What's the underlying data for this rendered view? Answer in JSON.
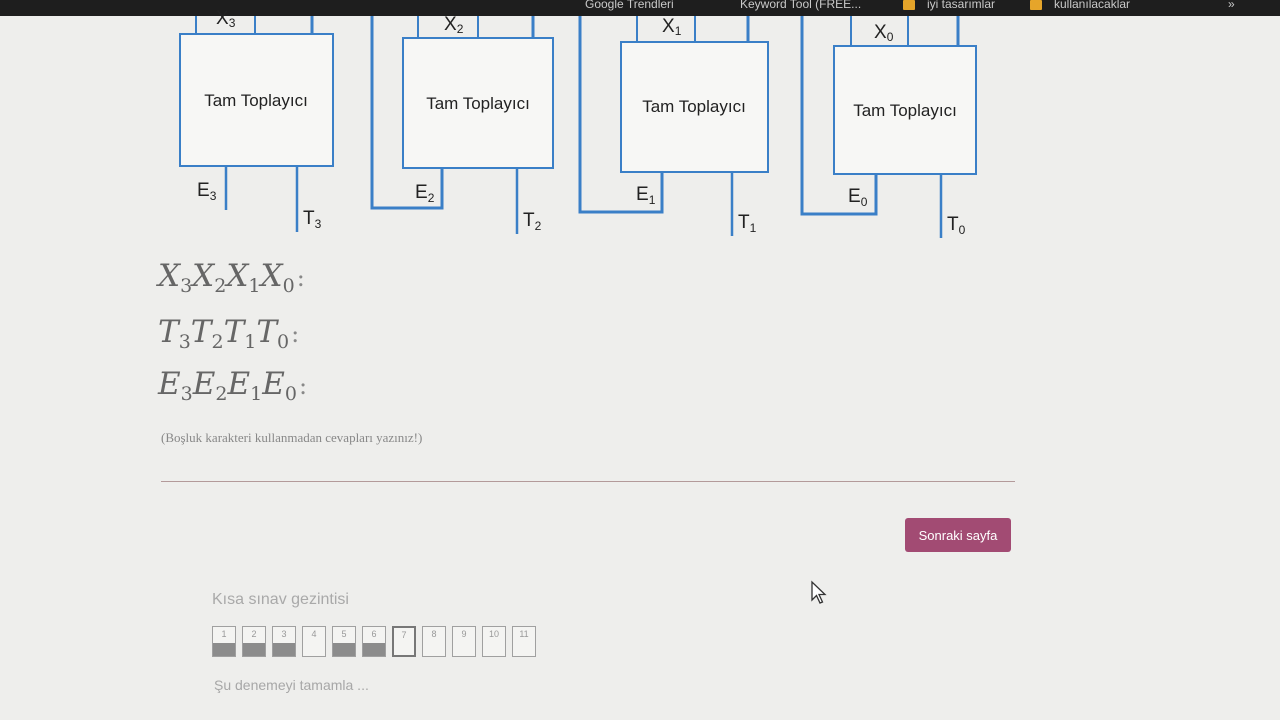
{
  "bookmarks": [
    "Google Trendleri",
    "Keyword Tool (FREE...",
    "iyi tasarımlar",
    "kullanılacaklar"
  ],
  "diagram": {
    "adders": [
      {
        "label": "Tam Toplayıcı",
        "x": "X",
        "x_sub": "3",
        "e": "E",
        "e_sub": "3",
        "t": "T",
        "t_sub": "3"
      },
      {
        "label": "Tam Toplayıcı",
        "x": "X",
        "x_sub": "2",
        "e": "E",
        "e_sub": "2",
        "t": "T",
        "t_sub": "2"
      },
      {
        "label": "Tam Toplayıcı",
        "x": "X",
        "x_sub": "1",
        "e": "E",
        "e_sub": "1",
        "t": "T",
        "t_sub": "1"
      },
      {
        "label": "Tam Toplayıcı",
        "x": "X",
        "x_sub": "0",
        "e": "E",
        "e_sub": "0",
        "t": "T",
        "t_sub": "0"
      }
    ]
  },
  "equations": [
    {
      "terms": [
        {
          "v": "X",
          "s": "3"
        },
        {
          "v": "X",
          "s": "2"
        },
        {
          "v": "X",
          "s": "1"
        },
        {
          "v": "X",
          "s": "0"
        }
      ],
      "suffix": ":"
    },
    {
      "terms": [
        {
          "v": "T",
          "s": "3"
        },
        {
          "v": "T",
          "s": "2"
        },
        {
          "v": "T",
          "s": "1"
        },
        {
          "v": "T",
          "s": "0"
        }
      ],
      "suffix": ":"
    },
    {
      "terms": [
        {
          "v": "E",
          "s": "3"
        },
        {
          "v": "E",
          "s": "2"
        },
        {
          "v": "E",
          "s": "1"
        },
        {
          "v": "E",
          "s": "0"
        }
      ],
      "suffix": ":"
    }
  ],
  "hint": "(Boşluk karakteri kullanmadan cevapları yazınız!)",
  "answer": {
    "value": ""
  },
  "next_button": "Sonraki sayfa",
  "quiz_nav": {
    "title": "Kısa sınav gezintisi",
    "questions": [
      {
        "num": "1",
        "answered": true
      },
      {
        "num": "2",
        "answered": true
      },
      {
        "num": "3",
        "answered": true
      },
      {
        "num": "4",
        "answered": false
      },
      {
        "num": "5",
        "answered": true
      },
      {
        "num": "6",
        "answered": true
      },
      {
        "num": "7",
        "answered": false,
        "current": true
      },
      {
        "num": "8",
        "answered": false
      },
      {
        "num": "9",
        "answered": false
      },
      {
        "num": "10",
        "answered": false
      },
      {
        "num": "11",
        "answered": false
      }
    ],
    "finish": "Şu denemeyi tamamla ..."
  }
}
